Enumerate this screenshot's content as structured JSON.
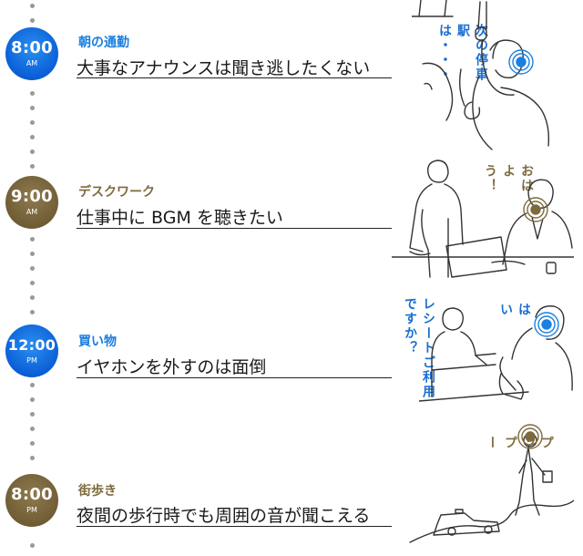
{
  "schedule": [
    {
      "time": "8:00",
      "ampm": "AM",
      "category": "朝の通勤",
      "title": "大事なアナウンスは聞き逃したくない",
      "speech": "次の停車駅は・・・"
    },
    {
      "time": "9:00",
      "ampm": "AM",
      "category": "デスクワーク",
      "title": "仕事中に BGM を聴きたい",
      "speech": "おはよう！"
    },
    {
      "time": "12:00",
      "ampm": "PM",
      "category": "買い物",
      "title": "イヤホンを外すのは面倒",
      "speech": "レシートご利用ですか？",
      "reply": "はい"
    },
    {
      "time": "8:00",
      "ampm": "PM",
      "category": "街歩き",
      "title": "夜間の歩行時でも周囲の音が聞こえる",
      "speech": "プップー"
    }
  ],
  "colors": {
    "blue": "#0a5fd6",
    "gold": "#6e5b33",
    "blue_text": "#1a7fe0",
    "gold_text": "#7d6a3d"
  }
}
